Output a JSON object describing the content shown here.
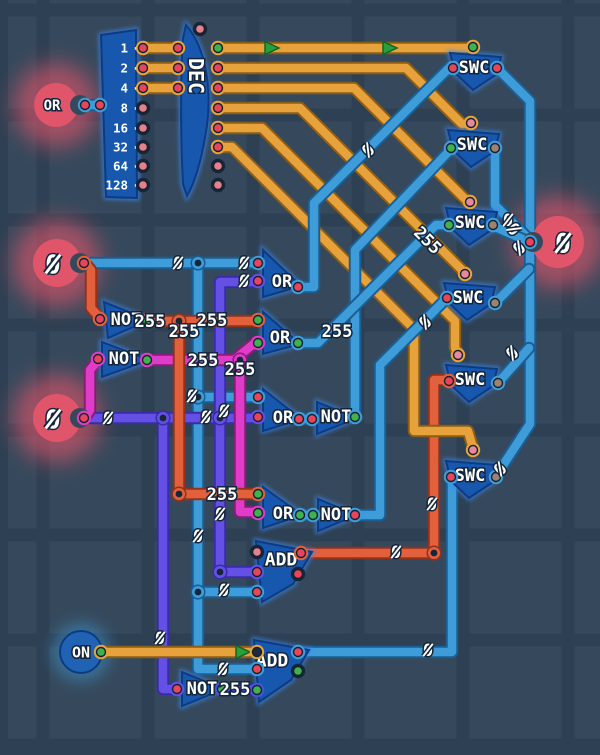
{
  "app": "logic-circuit-canvas",
  "palette": {
    "background": "#36495C",
    "grid_line": "#2E4053",
    "wire_orange": "#E8A23C",
    "wire_red_orange": "#E2603C",
    "wire_blue": "#3E9CD9",
    "wire_magenta": "#E03CC8",
    "wire_purple": "#6550E6",
    "wire_indigo": "#4B50E0",
    "component_blue": "#1757AE",
    "component_glow": "#3B86F0",
    "pin_red": "#E8455C",
    "pin_green": "#3FB14E",
    "pin_salmon": "#E8808C",
    "pin_floating": "#9A8371",
    "output_red": "#E0556A",
    "arrow_green": "#27A03C",
    "label_white": "#FFFFFF"
  },
  "values": {
    "zero": "0",
    "v255": "255"
  },
  "components": {
    "input_panel": {
      "bits": [
        "1",
        "2",
        "4",
        "8",
        "16",
        "32",
        "64",
        "128"
      ]
    },
    "decoder": {
      "label": "DEC"
    },
    "switch_label": "SWC",
    "switch_count": 6,
    "or_label": "OR",
    "or_count": 4,
    "not_label": "NOT",
    "not_count": 5,
    "add_label": "ADD",
    "add_count": 2,
    "on_switch": {
      "label": "ON"
    },
    "outputs": {
      "or": {
        "label": "OR"
      },
      "left_top": {
        "value": "0"
      },
      "left_bottom": {
        "value": "0"
      },
      "right": {
        "value": "0"
      }
    }
  }
}
